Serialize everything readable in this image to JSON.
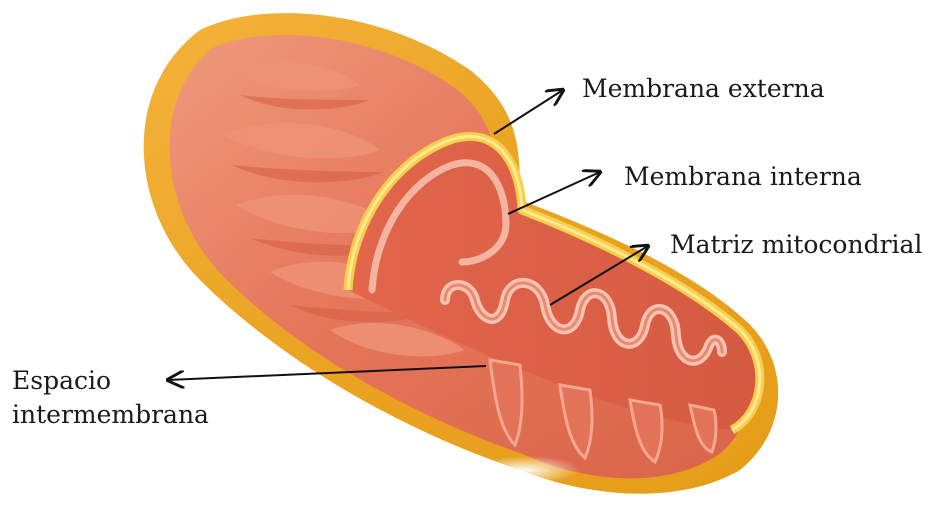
{
  "labels": {
    "outer_membrane": "Membrana externa",
    "inner_membrane": "Membrana interna",
    "matrix": "Matriz mitocondrial",
    "intermembrane_line1": "Espacio",
    "intermembrane_line2": "intermembrana"
  },
  "colors": {
    "outer_membrane": "#e8a01c",
    "outer_membrane_light": "#f6c638",
    "inner_body": "#e47257",
    "inner_body_light": "#f2a07e",
    "cristae": "#f6b9a4",
    "membrane_rim": "#fde08a",
    "arrow": "#111111"
  }
}
